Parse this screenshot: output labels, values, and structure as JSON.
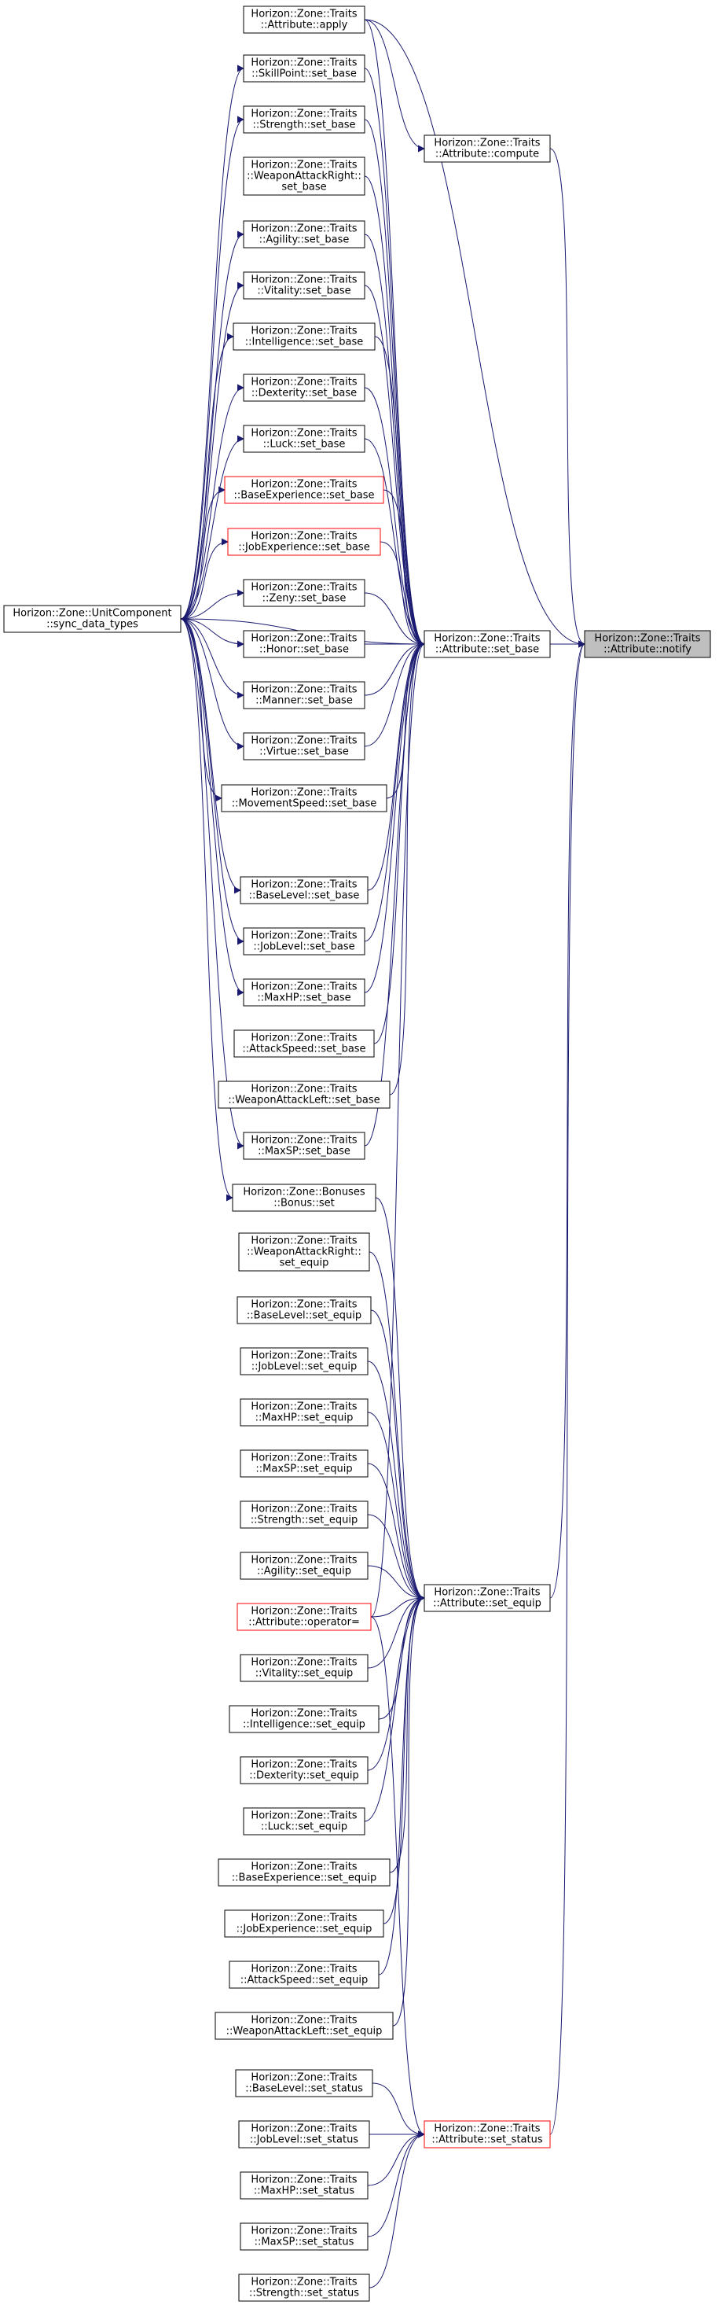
{
  "graph": {
    "target": [
      "Horizon::Zone::Traits",
      "::Attribute::notify"
    ],
    "colors": {
      "edge": "#191970",
      "node_border": "#000000",
      "highlight_border": "#ff0000",
      "target_fill": "#bfbfbf",
      "node_fill": "#ffffff"
    },
    "nodes": [
      {
        "id": "apply",
        "lines": [
          "Horizon::Zone::Traits",
          "::Attribute::apply"
        ]
      },
      {
        "id": "skill-point-set-base",
        "lines": [
          "Horizon::Zone::Traits",
          "::SkillPoint::set_base"
        ]
      },
      {
        "id": "strength-set-base",
        "lines": [
          "Horizon::Zone::Traits",
          "::Strength::set_base"
        ]
      },
      {
        "id": "weapon-attack-right-set-base",
        "lines": [
          "Horizon::Zone::Traits",
          "::WeaponAttackRight::",
          "set_base"
        ]
      },
      {
        "id": "agility-set-base",
        "lines": [
          "Horizon::Zone::Traits",
          "::Agility::set_base"
        ]
      },
      {
        "id": "vitality-set-base",
        "lines": [
          "Horizon::Zone::Traits",
          "::Vitality::set_base"
        ]
      },
      {
        "id": "intelligence-set-base",
        "lines": [
          "Horizon::Zone::Traits",
          "::Intelligence::set_base"
        ]
      },
      {
        "id": "dexterity-set-base",
        "lines": [
          "Horizon::Zone::Traits",
          "::Dexterity::set_base"
        ]
      },
      {
        "id": "luck-set-base",
        "lines": [
          "Horizon::Zone::Traits",
          "::Luck::set_base"
        ]
      },
      {
        "id": "base-experience-set-base",
        "lines": [
          "Horizon::Zone::Traits",
          "::BaseExperience::set_base"
        ],
        "red": true
      },
      {
        "id": "job-experience-set-base",
        "lines": [
          "Horizon::Zone::Traits",
          "::JobExperience::set_base"
        ],
        "red": true
      },
      {
        "id": "zeny-set-base",
        "lines": [
          "Horizon::Zone::Traits",
          "::Zeny::set_base"
        ]
      },
      {
        "id": "honor-set-base",
        "lines": [
          "Horizon::Zone::Traits",
          "::Honor::set_base"
        ]
      },
      {
        "id": "manner-set-base",
        "lines": [
          "Horizon::Zone::Traits",
          "::Manner::set_base"
        ]
      },
      {
        "id": "virtue-set-base",
        "lines": [
          "Horizon::Zone::Traits",
          "::Virtue::set_base"
        ]
      },
      {
        "id": "movement-speed-set-base",
        "lines": [
          "Horizon::Zone::Traits",
          "::MovementSpeed::set_base"
        ]
      },
      {
        "id": "base-level-set-base",
        "lines": [
          "Horizon::Zone::Traits",
          "::BaseLevel::set_base"
        ]
      },
      {
        "id": "job-level-set-base",
        "lines": [
          "Horizon::Zone::Traits",
          "::JobLevel::set_base"
        ]
      },
      {
        "id": "max-hp-set-base",
        "lines": [
          "Horizon::Zone::Traits",
          "::MaxHP::set_base"
        ]
      },
      {
        "id": "attack-speed-set-base",
        "lines": [
          "Horizon::Zone::Traits",
          "::AttackSpeed::set_base"
        ]
      },
      {
        "id": "weapon-attack-left-set-base",
        "lines": [
          "Horizon::Zone::Traits",
          "::WeaponAttackLeft::set_base"
        ]
      },
      {
        "id": "max-sp-set-base",
        "lines": [
          "Horizon::Zone::Traits",
          "::MaxSP::set_base"
        ]
      },
      {
        "id": "bonus-set",
        "lines": [
          "Horizon::Zone::Bonuses",
          "::Bonus::set"
        ]
      },
      {
        "id": "weapon-attack-right-set-equip",
        "lines": [
          "Horizon::Zone::Traits",
          "::WeaponAttackRight::",
          "set_equip"
        ]
      },
      {
        "id": "base-level-set-equip",
        "lines": [
          "Horizon::Zone::Traits",
          "::BaseLevel::set_equip"
        ]
      },
      {
        "id": "job-level-set-equip",
        "lines": [
          "Horizon::Zone::Traits",
          "::JobLevel::set_equip"
        ]
      },
      {
        "id": "max-hp-set-equip",
        "lines": [
          "Horizon::Zone::Traits",
          "::MaxHP::set_equip"
        ]
      },
      {
        "id": "max-sp-set-equip",
        "lines": [
          "Horizon::Zone::Traits",
          "::MaxSP::set_equip"
        ]
      },
      {
        "id": "strength-set-equip",
        "lines": [
          "Horizon::Zone::Traits",
          "::Strength::set_equip"
        ]
      },
      {
        "id": "agility-set-equip",
        "lines": [
          "Horizon::Zone::Traits",
          "::Agility::set_equip"
        ]
      },
      {
        "id": "attribute-operator-assign",
        "lines": [
          "Horizon::Zone::Traits",
          "::Attribute::operator="
        ],
        "red": true
      },
      {
        "id": "vitality-set-equip",
        "lines": [
          "Horizon::Zone::Traits",
          "::Vitality::set_equip"
        ]
      },
      {
        "id": "intelligence-set-equip",
        "lines": [
          "Horizon::Zone::Traits",
          "::Intelligence::set_equip"
        ]
      },
      {
        "id": "dexterity-set-equip",
        "lines": [
          "Horizon::Zone::Traits",
          "::Dexterity::set_equip"
        ]
      },
      {
        "id": "luck-set-equip",
        "lines": [
          "Horizon::Zone::Traits",
          "::Luck::set_equip"
        ]
      },
      {
        "id": "base-experience-set-equip",
        "lines": [
          "Horizon::Zone::Traits",
          "::BaseExperience::set_equip"
        ]
      },
      {
        "id": "job-experience-set-equip",
        "lines": [
          "Horizon::Zone::Traits",
          "::JobExperience::set_equip"
        ]
      },
      {
        "id": "attack-speed-set-equip",
        "lines": [
          "Horizon::Zone::Traits",
          "::AttackSpeed::set_equip"
        ]
      },
      {
        "id": "weapon-attack-left-set-equip",
        "lines": [
          "Horizon::Zone::Traits",
          "::WeaponAttackLeft::set_equip"
        ]
      },
      {
        "id": "base-level-set-status",
        "lines": [
          "Horizon::Zone::Traits",
          "::BaseLevel::set_status"
        ]
      },
      {
        "id": "job-level-set-status",
        "lines": [
          "Horizon::Zone::Traits",
          "::JobLevel::set_status"
        ]
      },
      {
        "id": "max-hp-set-status",
        "lines": [
          "Horizon::Zone::Traits",
          "::MaxHP::set_status"
        ]
      },
      {
        "id": "max-sp-set-status",
        "lines": [
          "Horizon::Zone::Traits",
          "::MaxSP::set_status"
        ]
      },
      {
        "id": "strength-set-status",
        "lines": [
          "Horizon::Zone::Traits",
          "::Strength::set_status"
        ]
      },
      {
        "id": "compute",
        "lines": [
          "Horizon::Zone::Traits",
          "::Attribute::compute"
        ]
      },
      {
        "id": "attribute-set-base",
        "lines": [
          "Horizon::Zone::Traits",
          "::Attribute::set_base"
        ]
      },
      {
        "id": "attribute-set-equip",
        "lines": [
          "Horizon::Zone::Traits",
          "::Attribute::set_equip"
        ]
      },
      {
        "id": "attribute-set-status",
        "lines": [
          "Horizon::Zone::Traits",
          "::Attribute::set_status"
        ],
        "red": true
      },
      {
        "id": "unit-component-sync",
        "lines": [
          "Horizon::Zone::UnitComponent",
          "::sync_data_types"
        ]
      }
    ],
    "edges": [
      [
        "apply",
        "compute"
      ],
      [
        "compute",
        "target"
      ],
      [
        "apply",
        "target"
      ],
      [
        "attribute-set-base",
        "target"
      ],
      [
        "attribute-set-equip",
        "target"
      ],
      [
        "attribute-set-status",
        "target"
      ],
      [
        "apply",
        "attribute-set-base"
      ],
      [
        "skill-point-set-base",
        "attribute-set-base"
      ],
      [
        "strength-set-base",
        "attribute-set-base"
      ],
      [
        "weapon-attack-right-set-base",
        "attribute-set-base"
      ],
      [
        "agility-set-base",
        "attribute-set-base"
      ],
      [
        "vitality-set-base",
        "attribute-set-base"
      ],
      [
        "intelligence-set-base",
        "attribute-set-base"
      ],
      [
        "dexterity-set-base",
        "attribute-set-base"
      ],
      [
        "luck-set-base",
        "attribute-set-base"
      ],
      [
        "base-experience-set-base",
        "attribute-set-base"
      ],
      [
        "job-experience-set-base",
        "attribute-set-base"
      ],
      [
        "zeny-set-base",
        "attribute-set-base"
      ],
      [
        "honor-set-base",
        "attribute-set-base"
      ],
      [
        "manner-set-base",
        "attribute-set-base"
      ],
      [
        "virtue-set-base",
        "attribute-set-base"
      ],
      [
        "movement-speed-set-base",
        "attribute-set-base"
      ],
      [
        "base-level-set-base",
        "attribute-set-base"
      ],
      [
        "job-level-set-base",
        "attribute-set-base"
      ],
      [
        "max-hp-set-base",
        "attribute-set-base"
      ],
      [
        "attack-speed-set-base",
        "attribute-set-base"
      ],
      [
        "weapon-attack-left-set-base",
        "attribute-set-base"
      ],
      [
        "max-sp-set-base",
        "attribute-set-base"
      ],
      [
        "unit-component-sync",
        "attribute-set-base"
      ],
      [
        "attribute-operator-assign",
        "attribute-set-base"
      ],
      [
        "bonus-set",
        "attribute-set-equip"
      ],
      [
        "weapon-attack-right-set-equip",
        "attribute-set-equip"
      ],
      [
        "base-level-set-equip",
        "attribute-set-equip"
      ],
      [
        "job-level-set-equip",
        "attribute-set-equip"
      ],
      [
        "max-hp-set-equip",
        "attribute-set-equip"
      ],
      [
        "max-sp-set-equip",
        "attribute-set-equip"
      ],
      [
        "strength-set-equip",
        "attribute-set-equip"
      ],
      [
        "agility-set-equip",
        "attribute-set-equip"
      ],
      [
        "attribute-operator-assign",
        "attribute-set-equip"
      ],
      [
        "vitality-set-equip",
        "attribute-set-equip"
      ],
      [
        "intelligence-set-equip",
        "attribute-set-equip"
      ],
      [
        "dexterity-set-equip",
        "attribute-set-equip"
      ],
      [
        "luck-set-equip",
        "attribute-set-equip"
      ],
      [
        "base-experience-set-equip",
        "attribute-set-equip"
      ],
      [
        "job-experience-set-equip",
        "attribute-set-equip"
      ],
      [
        "attack-speed-set-equip",
        "attribute-set-equip"
      ],
      [
        "weapon-attack-left-set-equip",
        "attribute-set-equip"
      ],
      [
        "base-level-set-status",
        "attribute-set-status"
      ],
      [
        "job-level-set-status",
        "attribute-set-status"
      ],
      [
        "max-hp-set-status",
        "attribute-set-status"
      ],
      [
        "max-sp-set-status",
        "attribute-set-status"
      ],
      [
        "strength-set-status",
        "attribute-set-status"
      ],
      [
        "attribute-operator-assign",
        "attribute-set-status"
      ],
      [
        "unit-component-sync",
        "skill-point-set-base"
      ],
      [
        "unit-component-sync",
        "strength-set-base"
      ],
      [
        "unit-component-sync",
        "agility-set-base"
      ],
      [
        "unit-component-sync",
        "vitality-set-base"
      ],
      [
        "unit-component-sync",
        "intelligence-set-base"
      ],
      [
        "unit-component-sync",
        "dexterity-set-base"
      ],
      [
        "unit-component-sync",
        "luck-set-base"
      ],
      [
        "unit-component-sync",
        "base-experience-set-base"
      ],
      [
        "unit-component-sync",
        "job-experience-set-base"
      ],
      [
        "unit-component-sync",
        "zeny-set-base"
      ],
      [
        "unit-component-sync",
        "honor-set-base"
      ],
      [
        "unit-component-sync",
        "manner-set-base"
      ],
      [
        "unit-component-sync",
        "virtue-set-base"
      ],
      [
        "unit-component-sync",
        "movement-speed-set-base"
      ],
      [
        "unit-component-sync",
        "base-level-set-base"
      ],
      [
        "unit-component-sync",
        "job-level-set-base"
      ],
      [
        "unit-component-sync",
        "max-hp-set-base"
      ],
      [
        "unit-component-sync",
        "max-sp-set-base"
      ],
      [
        "unit-component-sync",
        "bonus-set"
      ]
    ]
  }
}
